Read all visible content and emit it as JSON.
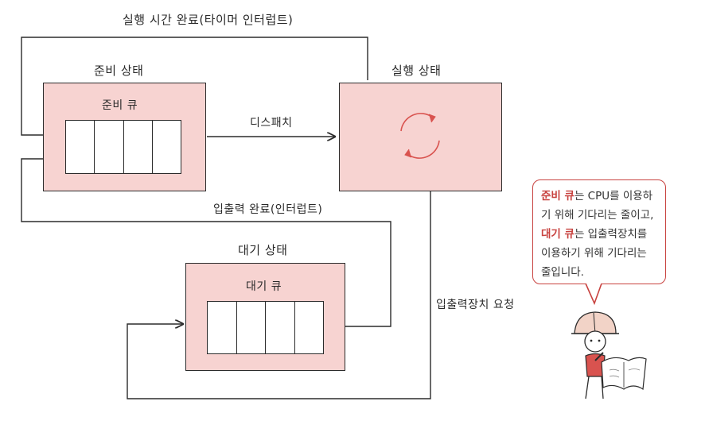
{
  "edges": {
    "timeout": "실행 시간 완료(타이머 인터럽트)",
    "dispatch": "디스패치",
    "io_complete": "입출력 완료(인터럽트)",
    "io_request": "입출력장치 요청"
  },
  "states": {
    "ready": {
      "title": "준비 상태",
      "queue_label": "준비 큐",
      "cells": 4
    },
    "running": {
      "title": "실행 상태"
    },
    "waiting": {
      "title": "대기 상태",
      "queue_label": "대기 큐",
      "cells": 4
    }
  },
  "bubble": {
    "ready_queue": "준비 큐",
    "part1": "는 CPU를 이용하기 위해 기다리는 줄이고,",
    "waiting_queue": "대기 큐",
    "part2": "는 입출력장치를 이용하기 위해 기다리는 줄입니다."
  },
  "colors": {
    "box_fill": "#f7d3d1",
    "accent": "#c8423f",
    "line": "#2b2b2b"
  },
  "icons": [
    "cycle-arrows-icon",
    "worker-character-icon"
  ]
}
